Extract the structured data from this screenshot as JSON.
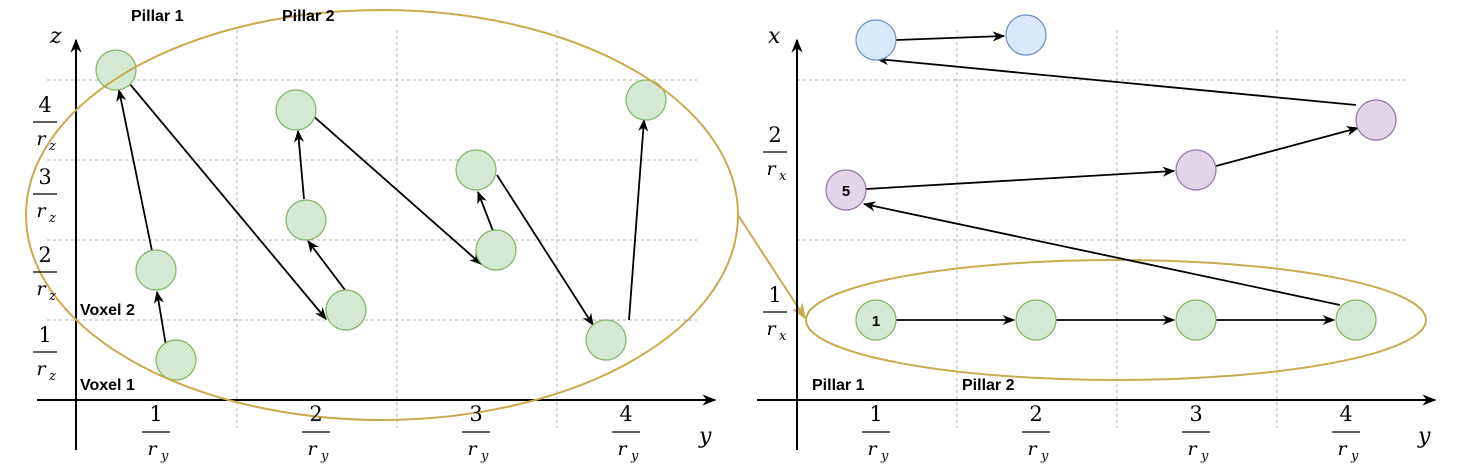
{
  "left": {
    "axis_y_label": "y",
    "axis_z_label": "z",
    "pillar_labels": [
      "Pillar 1",
      "Pillar 2"
    ],
    "voxel_labels": [
      "Voxel 1",
      "Voxel 2"
    ],
    "x_ticks": [
      {
        "num": "1",
        "den": "r",
        "sub": "y"
      },
      {
        "num": "2",
        "den": "r",
        "sub": "y"
      },
      {
        "num": "3",
        "den": "r",
        "sub": "y"
      },
      {
        "num": "4",
        "den": "r",
        "sub": "y"
      }
    ],
    "y_ticks": [
      {
        "num": "1",
        "den": "r",
        "sub": "z"
      },
      {
        "num": "2",
        "den": "r",
        "sub": "z"
      },
      {
        "num": "3",
        "den": "r",
        "sub": "z"
      },
      {
        "num": "4",
        "den": "r",
        "sub": "z"
      }
    ]
  },
  "right": {
    "axis_y_label": "y",
    "axis_x_label": "x",
    "pillar_labels": [
      "Pillar 1",
      "Pillar 2"
    ],
    "x_ticks": [
      {
        "num": "1",
        "den": "r",
        "sub": "y"
      },
      {
        "num": "2",
        "den": "r",
        "sub": "y"
      },
      {
        "num": "3",
        "den": "r",
        "sub": "y"
      },
      {
        "num": "4",
        "den": "r",
        "sub": "y"
      }
    ],
    "y_ticks": [
      {
        "num": "1",
        "den": "r",
        "sub": "x"
      },
      {
        "num": "2",
        "den": "r",
        "sub": "x"
      }
    ],
    "node_labels": {
      "first": "1",
      "fifth": "5"
    }
  },
  "colors": {
    "green_fill": "#d5e8d4",
    "green_stroke": "#82b366",
    "purple_fill": "#e1d5e7",
    "purple_stroke": "#9673a6",
    "blue_fill": "#dae8fc",
    "blue_stroke": "#6c8ebf",
    "highlight": "#c9ab4f"
  }
}
